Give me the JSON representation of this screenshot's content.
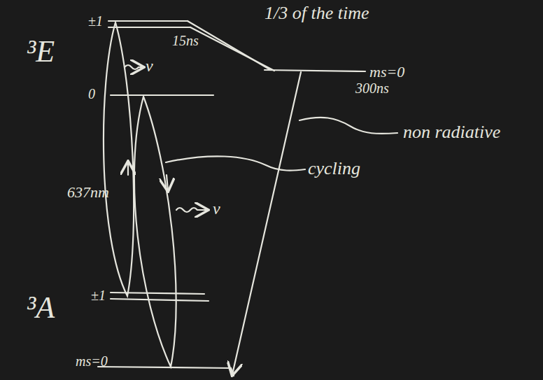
{
  "diagram": {
    "labels": [
      "³E",
      "³A",
      "±1",
      "0",
      "±1",
      "ms=0",
      "1/3 of the time",
      "15ns",
      "ms=0",
      "300ns",
      "non radiative",
      "cycling",
      "637nm",
      "ν",
      "ν"
    ]
  }
}
